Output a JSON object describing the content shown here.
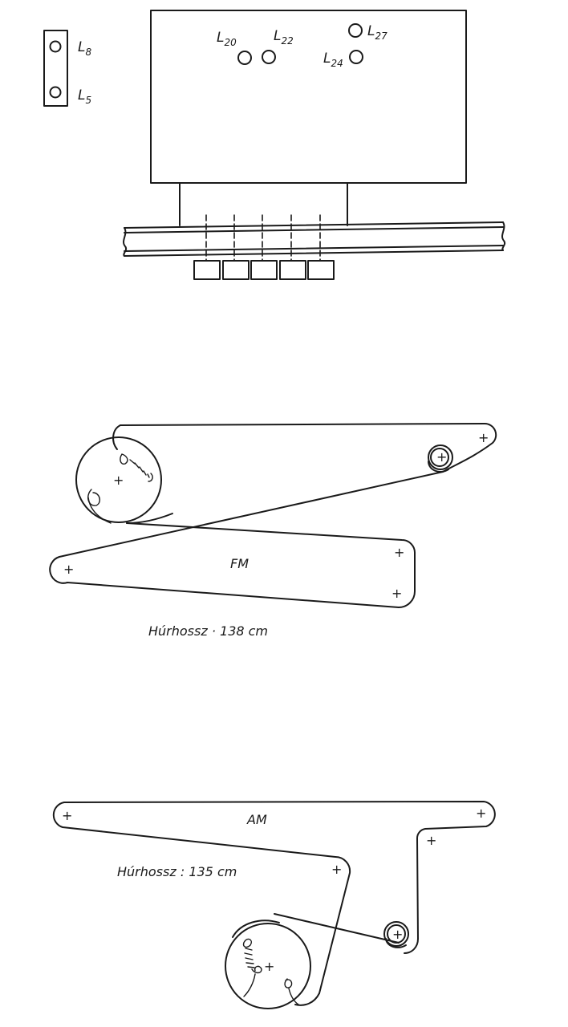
{
  "top_panel": {
    "coil_labels": [
      {
        "id": "L8",
        "main": "L",
        "sub": "8"
      },
      {
        "id": "L5",
        "main": "L",
        "sub": "5"
      },
      {
        "id": "L20",
        "main": "L",
        "sub": "20"
      },
      {
        "id": "L22",
        "main": "L",
        "sub": "22"
      },
      {
        "id": "L27",
        "main": "L",
        "sub": "27"
      },
      {
        "id": "L24",
        "main": "L",
        "sub": "24"
      }
    ]
  },
  "fm": {
    "title": "FM",
    "caption": "Húrhossz · 138 cm"
  },
  "am": {
    "title": "AM",
    "caption": "Húrhossz : 135 cm"
  },
  "colors": {
    "ink": "#1a1a1a",
    "paper": "#ffffff"
  }
}
